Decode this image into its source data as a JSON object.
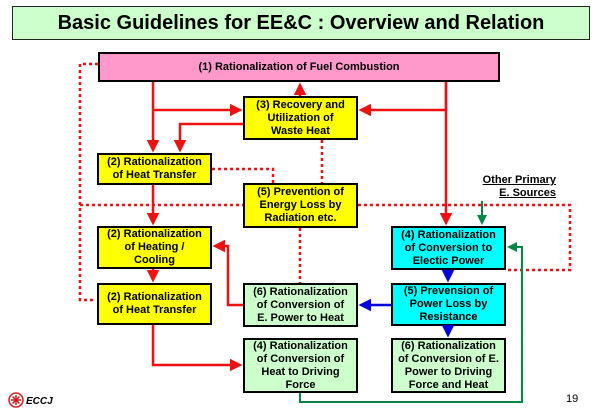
{
  "title": "Basic Guidelines for EE&C : Overview and Relation",
  "boxes": {
    "fuel_combustion": "(1) Rationalization of Fuel Combustion",
    "recovery_waste_heat": "(3) Recovery and\nUtilization of\nWaste Heat",
    "heat_transfer_top": "(2) Rationalization\nof Heat Transfer",
    "prevention_radiation": "(5) Prevention of\nEnergy Loss by\nRadiation etc.",
    "heating_cooling": "(2) Rationalization\nof Heating /\nCooling",
    "heat_transfer_bottom": "(2) Rationalization\nof Heat Transfer",
    "conversion_power_to_heat": "(6) Rationalization\nof Conversion of\nE. Power  to Heat",
    "conversion_electric_power": "(4) Rationalization\nof Conversion to\nElectic Power",
    "prevention_power_loss": "(5) Prevension of\nPower Loss by\nResistance",
    "conversion_heat_driving": "(4) Rationalization\nof Conversion of\nHeat to Driving\nForce",
    "conversion_power_driving": "(6) Rationalization\nof Conversion of E.\nPower to Driving\nForce and Heat"
  },
  "other_primary_label": "Other Primary\nE. Sources",
  "footer": {
    "logo": "ECCJ",
    "page_number": "19"
  },
  "colors": {
    "red": "#ee1111",
    "blue": "#0000dd",
    "green": "#008844",
    "pink": "#ff99cc",
    "yellow": "#ffff00",
    "cyan": "#00ffff",
    "light_green": "#ccffcc"
  }
}
